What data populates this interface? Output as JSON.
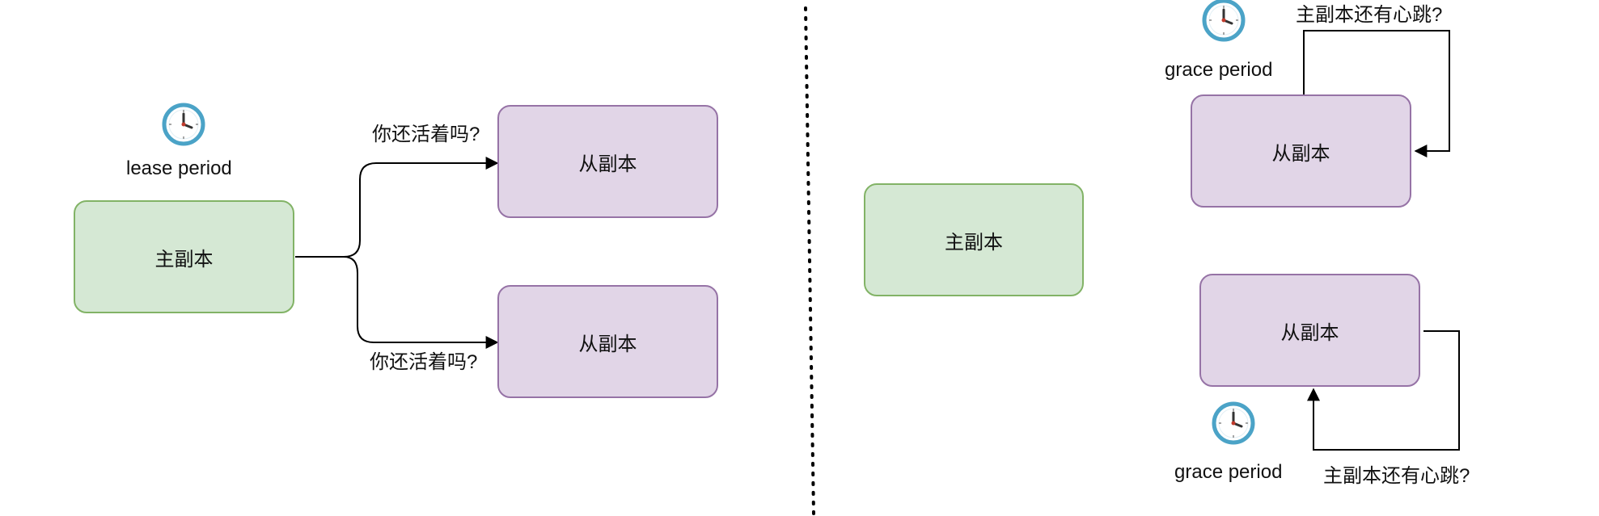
{
  "left": {
    "primary_label": "主副本",
    "secondary_top_label": "从副本",
    "secondary_bottom_label": "从副本",
    "clock_icon": "clock-icon",
    "lease_label": "lease period",
    "query_top": "你还活着吗?",
    "query_bottom": "你还活着吗?"
  },
  "right": {
    "primary_label": "主副本",
    "secondary_top_label": "从副本",
    "secondary_bottom_label": "从副本",
    "grace_top_label": "grace period",
    "grace_bottom_label": "grace period",
    "heartbeat_top": "主副本还有心跳?",
    "heartbeat_bottom": "主副本还有心跳?",
    "clock_icon": "clock-icon"
  },
  "colors": {
    "primary_fill": "#d5e8d4",
    "primary_stroke": "#82b366",
    "secondary_fill": "#e1d5e7",
    "secondary_stroke": "#9673a6",
    "clock_ring": "#4ba3c7"
  }
}
